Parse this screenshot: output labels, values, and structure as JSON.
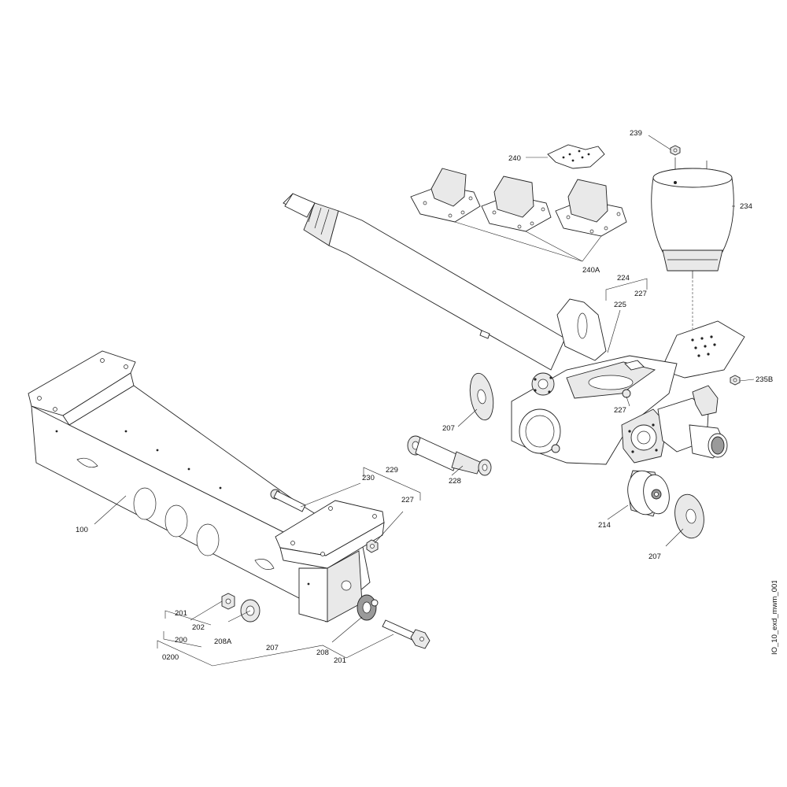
{
  "labels": {
    "p239": "239",
    "p240": "240",
    "p234": "234",
    "p240A": "240A",
    "p224": "224",
    "p227a": "227",
    "p225": "225",
    "p235B": "235B",
    "p227b": "227",
    "p207a": "207",
    "p228": "228",
    "p229": "229",
    "p230": "230",
    "p227c": "227",
    "p100": "100",
    "p214": "214",
    "p207b": "207",
    "p201a": "201",
    "p202": "202",
    "p200": "200",
    "p208A": "208A",
    "p0200": "0200",
    "p207c": "207",
    "p208": "208",
    "p201b": "201"
  },
  "drawing_id": "IO_10_exd_mwm_001"
}
